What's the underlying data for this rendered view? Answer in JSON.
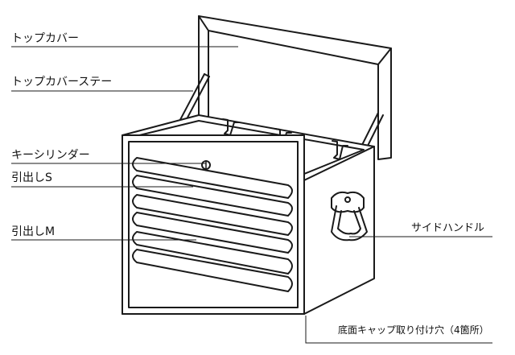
{
  "labels": {
    "top_cover": "トップカバー",
    "top_cover_stay": "トップカバーステー",
    "key_cylinder": "キーシリンダー",
    "drawer_s": "引出しS",
    "drawer_m": "引出しM",
    "side_handle": "サイドハンドル",
    "bottom_cap_holes": "底面キャップ取り付け穴（4箇所）"
  }
}
